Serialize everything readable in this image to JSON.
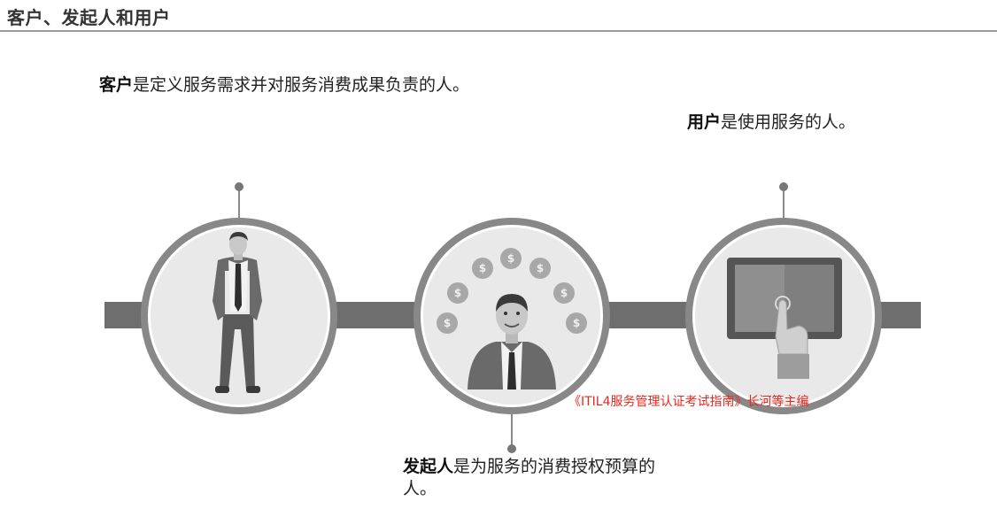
{
  "header": {
    "title": "客户、发起人和用户"
  },
  "roles": {
    "customer": {
      "term": "客户",
      "definition": "是定义服务需求并对服务消费成果负责的人。"
    },
    "user": {
      "term": "用户",
      "definition": "是使用服务的人。"
    },
    "sponsor": {
      "term": "发起人",
      "definition": "是为服务的消费授权预算的人。"
    }
  },
  "icons": {
    "customer": "standing-man-icon",
    "sponsor": "man-with-coins-icon",
    "user": "tablet-touch-icon",
    "coin_symbol": "$"
  },
  "colors": {
    "bar": "#6e6e6e",
    "ring": "#8a8a8a",
    "disc": "#e8e8e8",
    "watermark": "#e8281e"
  },
  "watermark": {
    "text": "《ITIL4服务管理认证考试指南》长河等主编"
  }
}
